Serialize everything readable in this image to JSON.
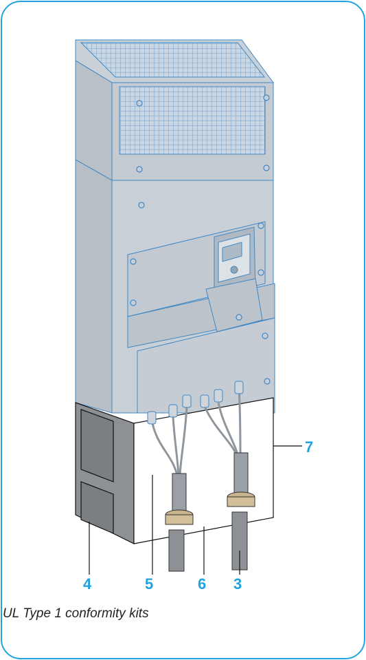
{
  "figure": {
    "caption": "UL Type 1 conformity kits",
    "accent_color": "#1fa3dd",
    "callouts": [
      "4",
      "5",
      "6",
      "3",
      "7"
    ]
  }
}
